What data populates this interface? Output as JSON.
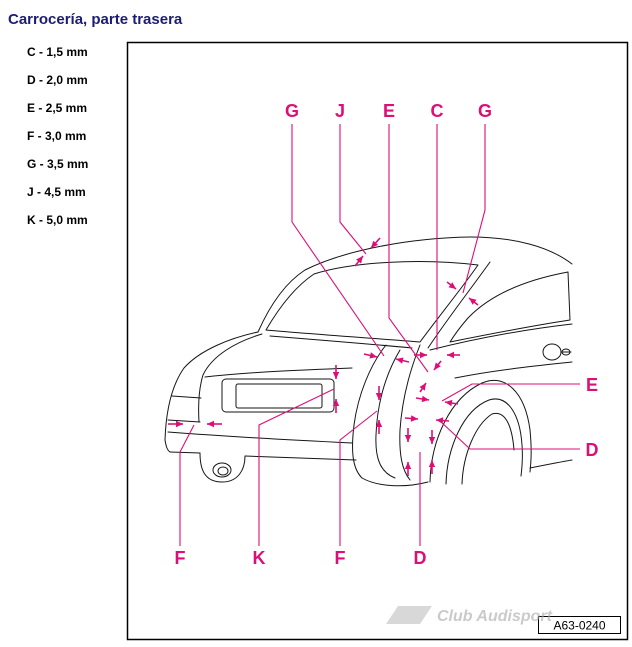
{
  "title": "Carrocería, parte trasera",
  "legend": [
    "C - 1,5 mm",
    "D - 2,0 mm",
    "E - 2,5 mm",
    "F - 3,0 mm",
    "G - 3,5 mm",
    "J - 4,5 mm",
    "K - 5,0 mm"
  ],
  "callouts": {
    "top": [
      "G",
      "J",
      "E",
      "C",
      "G"
    ],
    "right": [
      "E",
      "D"
    ],
    "bottom": [
      "F",
      "K",
      "F",
      "D"
    ]
  },
  "figure_code": "A63-0240",
  "watermark": "Club Audisport",
  "colors": {
    "title": "#1c1c74",
    "callout": "#dc0f78",
    "drawing": "#151515"
  }
}
